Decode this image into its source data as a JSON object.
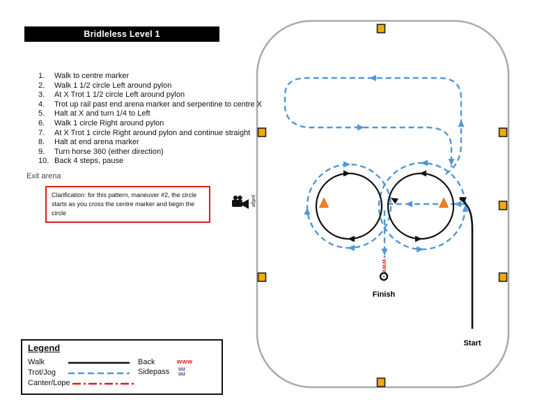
{
  "title": "Bridleless Level 1",
  "instructions": [
    "Walk to centre marker",
    "Walk 1 1/2 circle Left around pylon",
    "At X Trot 1 1/2 circle Left around pylon",
    "Trot up rail past end arena marker and serpentine to centre X",
    "Halt at X and turn 1/4 to Left",
    "Walk 1 circle Right around pylon",
    "At X Trot 1 circle Right around pylon and continue straight",
    "Halt at end arena marker",
    "Turn horse 360 (either direction)",
    "Back 4 steps, pause"
  ],
  "exit_arena_label": "Exit arena",
  "clarification": "Clarification: for this pattern, maneuver #2, the circle starts as you cross the centre marker and begin the circle",
  "judge_label": "judge",
  "arena": {
    "start_label": "Start",
    "finish_label": "Finish",
    "back_marks": "www"
  },
  "legend": {
    "title": "Legend",
    "walk_label": "Walk",
    "trot_label": "Trot/Jog",
    "canter_label": "Canter/Lope",
    "back_label": "Back",
    "back_marks": "www",
    "sidepass_label": "Sidepass",
    "sidepass_marks": [
      "uu",
      "uu"
    ]
  },
  "colors": {
    "trot_blue": "#4f97d8",
    "walk_black": "#111111",
    "accent_red": "#e01b1b",
    "marker_gold": "#f2a900",
    "cone_orange": "#f57f20",
    "arena_border": "#a9a9a9",
    "sidepass_navy": "#3f3f80"
  }
}
